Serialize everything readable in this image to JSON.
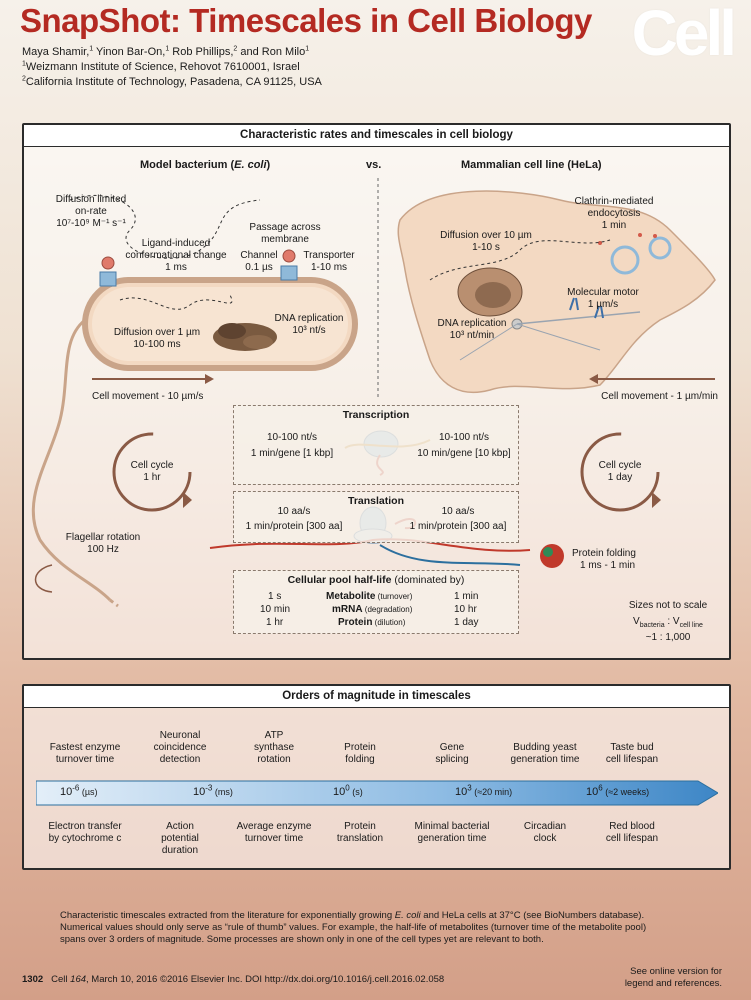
{
  "header": {
    "title": "SnapShot: Timescales in Cell Biology",
    "logo": "Cell",
    "authors": "Maya Shamir,",
    "affil1": "Weizmann Institute of Science, Rehovot 7610001, Israel",
    "affil2": "California Institute of Technology, Pasadena, CA 91125, USA"
  },
  "authors_line": [
    "Maya Shamir,",
    "1",
    " Yinon Bar-On,",
    "1",
    " Rob Phillips,",
    "2",
    " and Ron Milo",
    "1"
  ],
  "panel1": {
    "title": "Characteristic rates and timescales in cell biology",
    "left_heading": "Model bacterium (",
    "left_heading_italic": "E. coli",
    "left_heading_end": ")",
    "vs": "vs.",
    "right_heading": "Mammalian cell line (HeLa)",
    "bacteria": {
      "diffusion_limited": "Diffusion limited",
      "on_rate": "on-rate",
      "on_rate_value": "10⁷-10⁹ M⁻¹ s⁻¹",
      "ligand_1": "Ligand-induced",
      "ligand_2": "conformational change",
      "ligand_3": "1 ms",
      "passage_1": "Passage across",
      "passage_2": "membrane",
      "channel": "Channel",
      "channel_val": "0.1 µs",
      "transporter": "Transporter",
      "transporter_val": "1-10 ms",
      "dna_1": "DNA replication",
      "dna_2": "10³ nt/s",
      "diff_1": "Diffusion over 1 µm",
      "diff_2": "10-100 ms",
      "movement": "Cell movement - 10 µm/s",
      "cycle_1": "Cell cycle",
      "cycle_2": "1 hr",
      "flagellar_1": "Flagellar rotation",
      "flagellar_2": "100 Hz"
    },
    "hela": {
      "clathrin_1": "Clathrin-mediated",
      "clathrin_2": "endocytosis",
      "clathrin_3": "1 min",
      "diff_1": "Diffusion over 10 µm",
      "diff_2": "1-10 s",
      "motor_1": "Molecular motor",
      "motor_2": "1 µm/s",
      "dna_1": "DNA replication",
      "dna_2": "10³ nt/min",
      "movement": "Cell movement - 1 µm/min",
      "cycle_1": "Cell cycle",
      "cycle_2": "1 day"
    },
    "transcription": {
      "title": "Transcription",
      "left_1": "10-100 nt/s",
      "left_2": "1 min/gene [1 kbp]",
      "right_1": "10-100 nt/s",
      "right_2": "10 min/gene [10 kbp]"
    },
    "translation": {
      "title": "Translation",
      "left_1": "10 aa/s",
      "left_2": "1 min/protein [300 aa]",
      "right_1": "10 aa/s",
      "right_2": "1 min/protein [300 aa]"
    },
    "folding_1": "Protein folding",
    "folding_2": "1 ms - 1 min",
    "pool": {
      "title": "Cellular pool half-life",
      "title_note": " (dominated by)",
      "rows": [
        {
          "left": "1 s",
          "name": "Metabolite",
          "note": " (turnover)",
          "right": "1 min"
        },
        {
          "left": "10 min",
          "name": "mRNA",
          "note": " (degradation)",
          "right": "10  hr"
        },
        {
          "left": "1 hr",
          "name": "Protein",
          "note": " (dilution)",
          "right": "1 day"
        }
      ]
    },
    "scale_1": "Sizes not to scale",
    "scale_2": "V",
    "scale_sub1": "bacteria",
    "scale_mid": " : V",
    "scale_sub2": "cell line",
    "scale_3": "~1 : 1,000"
  },
  "panel2": {
    "title": "Orders of magnitude in timescales",
    "top": [
      [
        "Fastest enzyme",
        "turnover time"
      ],
      [
        "Neuronal",
        "coincidence",
        "detection"
      ],
      [
        "ATP",
        "synthase",
        "rotation"
      ],
      [
        "Protein",
        "folding"
      ],
      [
        "Gene",
        "splicing"
      ],
      [
        "Budding yeast",
        "generation time"
      ],
      [
        "Taste bud",
        "cell lifespan"
      ]
    ],
    "bottom": [
      [
        "Electron transfer",
        "by cytochrome c"
      ],
      [
        "Action",
        "potential",
        "duration"
      ],
      [
        "Average enzyme",
        "turnover time"
      ],
      [
        "Protein",
        "translation"
      ],
      [
        "Minimal bacterial",
        "generation time"
      ],
      [
        "Circadian",
        "clock"
      ],
      [
        "Red blood",
        "cell lifespan"
      ]
    ],
    "ticks": [
      {
        "base": "10",
        "exp": "-6",
        "unit": " (µs)"
      },
      {
        "base": "10",
        "exp": "-3",
        "unit": " (ms)"
      },
      {
        "base": "10",
        "exp": "0",
        "unit": " (s)"
      },
      {
        "base": "10",
        "exp": "3",
        "unit": " (≈20 min)"
      },
      {
        "base": "10",
        "exp": "6",
        "unit": " (≈2 weeks)"
      }
    ]
  },
  "footer": {
    "line1a": "Characteristic timescales extracted from the literature for exponentially growing ",
    "line1b": "E. coli",
    "line1c": " and HeLa cells at 37°C (see BioNumbers database).",
    "line2": "Numerical values should only serve as “rule of thumb” values. For example, the half-life of metabolites (turnover time of the metabolite pool)",
    "line3": "spans over 3 orders of magnitude. Some processes are shown only in one of the cell types yet are relevant to both.",
    "page": "1302",
    "journal": "Cell",
    "volume": "164",
    "citation": ", March 10, 2016 ©2016 Elsevier Inc.    DOI http://dx.doi.org/10.1016/j.cell.2016.02.058",
    "online_1": "See online version for",
    "online_2": "legend and references."
  },
  "colors": {
    "title_red": "#b42a22",
    "arrow_blue": "#3d86c6",
    "cell_fill": "#f3d9c2",
    "arrow_brown": "#8a5a45"
  }
}
